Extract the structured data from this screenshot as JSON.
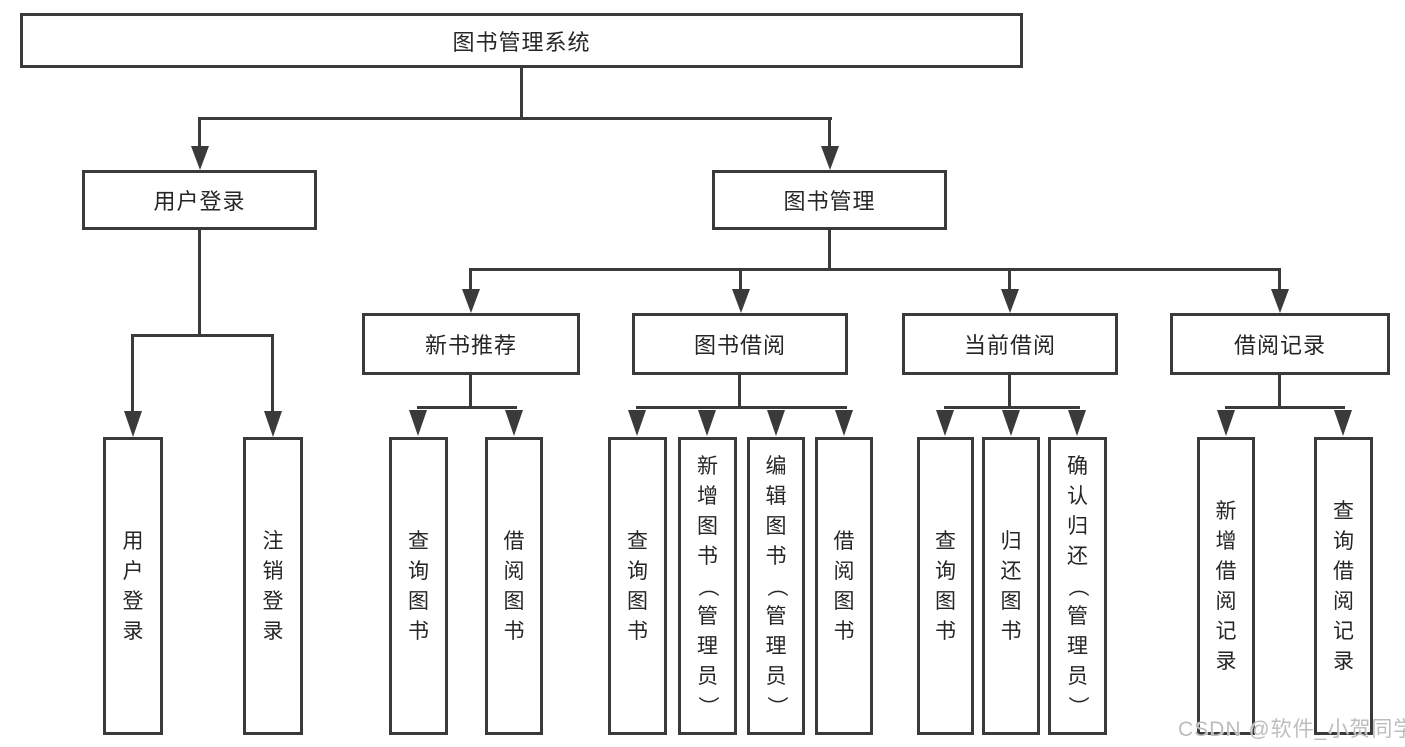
{
  "colors": {
    "line": "#3a3a3a",
    "text": "#262626",
    "background": "#ffffff",
    "watermark": "#bdbdbd"
  },
  "watermark": {
    "text": "CSDN @软件_小贺同学"
  },
  "tree": {
    "root": {
      "label": "图书管理系统"
    },
    "children": [
      {
        "label": "用户登录",
        "children": [
          {
            "label": "用户登录"
          },
          {
            "label": "注销登录"
          }
        ]
      },
      {
        "label": "图书管理",
        "children": [
          {
            "label": "新书推荐",
            "children": [
              {
                "label": "查询图书"
              },
              {
                "label": "借阅图书"
              }
            ]
          },
          {
            "label": "图书借阅",
            "children": [
              {
                "label": "查询图书"
              },
              {
                "label": "新增图书（管理员）"
              },
              {
                "label": "编辑图书（管理员）"
              },
              {
                "label": "借阅图书"
              }
            ]
          },
          {
            "label": "当前借阅",
            "children": [
              {
                "label": "查询图书"
              },
              {
                "label": "归还图书"
              },
              {
                "label": "确认归还（管理员）"
              }
            ]
          },
          {
            "label": "借阅记录",
            "children": [
              {
                "label": "新增借阅记录"
              },
              {
                "label": "查询借阅记录"
              }
            ]
          }
        ]
      }
    ]
  }
}
